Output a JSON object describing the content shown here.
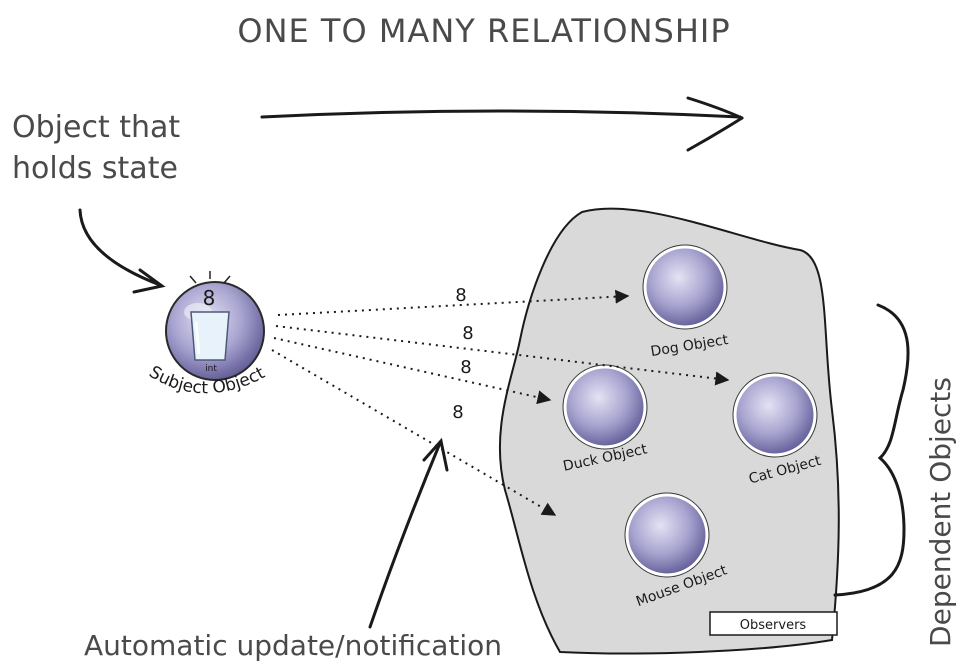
{
  "title": "ONE TO MANY RELATIONSHIP",
  "annotations": {
    "state_holder": [
      "Object that",
      "holds state"
    ],
    "notification": "Automatic update/notification",
    "dependents": "Dependent Objects"
  },
  "subject": {
    "label": "Subject Object",
    "value": "8",
    "glass_label": "int"
  },
  "observers_box": "Observers",
  "observers": [
    {
      "id": "dog",
      "label": "Dog Object"
    },
    {
      "id": "cat",
      "label": "Cat Object"
    },
    {
      "id": "duck",
      "label": "Duck Object"
    },
    {
      "id": "mouse",
      "label": "Mouse Object"
    }
  ],
  "message_values": [
    "8",
    "8",
    "8",
    "8"
  ],
  "colors": {
    "ink": "#4a4a4a",
    "blob_fill": "#d9d9d9",
    "sphere_dark": "#6a66a0",
    "sphere_light": "#d8d6ee"
  }
}
